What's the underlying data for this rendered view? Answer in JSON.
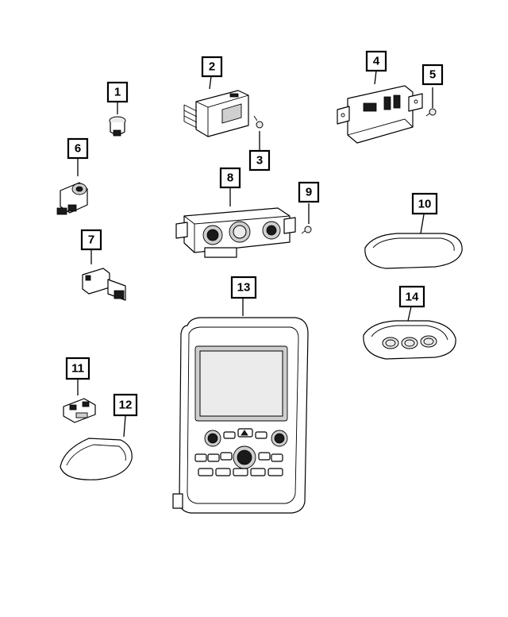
{
  "callouts": [
    {
      "number": "1"
    },
    {
      "number": "2"
    },
    {
      "number": "3"
    },
    {
      "number": "4"
    },
    {
      "number": "5"
    },
    {
      "number": "6"
    },
    {
      "number": "7"
    },
    {
      "number": "8"
    },
    {
      "number": "9"
    },
    {
      "number": "10"
    },
    {
      "number": "11"
    },
    {
      "number": "12"
    },
    {
      "number": "13"
    },
    {
      "number": "14"
    }
  ]
}
